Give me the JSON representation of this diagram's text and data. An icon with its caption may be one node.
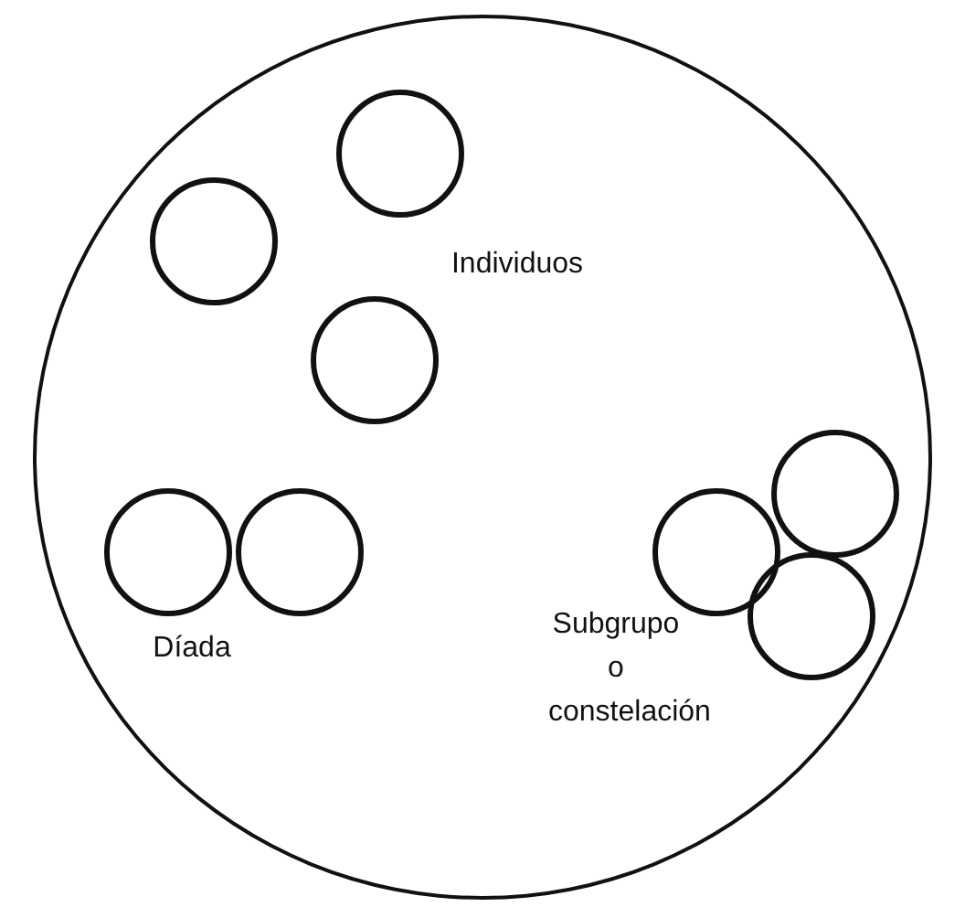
{
  "diagram": {
    "nodes": [
      {
        "text": [],
        "shape": "circle"
      },
      {
        "text": [],
        "shape": "circle",
        "in": 0
      },
      {
        "text": [],
        "shape": "circle",
        "in": 0
      },
      {
        "text": [],
        "shape": "circle",
        "in": 0
      },
      {
        "text": [],
        "shape": "circle",
        "in": 0
      },
      {
        "text": [],
        "shape": "circle",
        "in": 0
      },
      {
        "text": [],
        "shape": "circle",
        "in": 0
      },
      {
        "text": [],
        "shape": "circle",
        "in": 0
      },
      {
        "text": [],
        "shape": "circle",
        "in": 0
      }
    ],
    "labels": [
      "Individuos",
      "Subgrupo o constelación",
      "Díada"
    ]
  }
}
